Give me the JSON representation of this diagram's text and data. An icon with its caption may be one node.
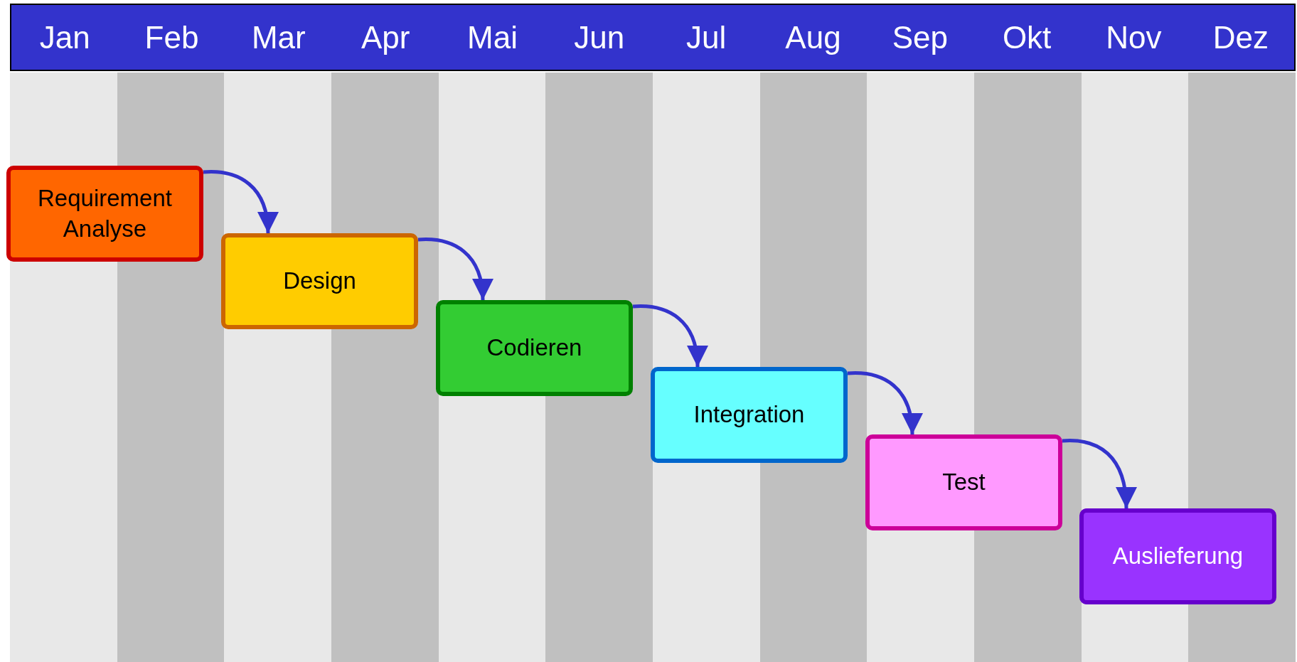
{
  "diagram": {
    "nodes": [
      {
        "text": [
          "Requirement Analyse"
        ]
      },
      {
        "text": [
          "Design"
        ]
      },
      {
        "text": [
          "Codieren"
        ]
      },
      {
        "text": [
          "Integration"
        ]
      },
      {
        "text": [
          "Test"
        ]
      },
      {
        "text": [
          "Auslieferung"
        ]
      }
    ],
    "edges": [
      {
        "from": 0,
        "to": 1,
        "arrow": "to"
      },
      {
        "from": 1,
        "to": 2,
        "arrow": "to"
      },
      {
        "from": 2,
        "to": 3,
        "arrow": "to"
      },
      {
        "from": 3,
        "to": 4,
        "arrow": "to"
      },
      {
        "from": 4,
        "to": 5,
        "arrow": "to"
      }
    ],
    "labels": [
      "Jan",
      "Feb",
      "Mar",
      "Apr",
      "Mai",
      "Jun",
      "Jul",
      "Aug",
      "Sep",
      "Okt",
      "Nov",
      "Dez"
    ]
  }
}
